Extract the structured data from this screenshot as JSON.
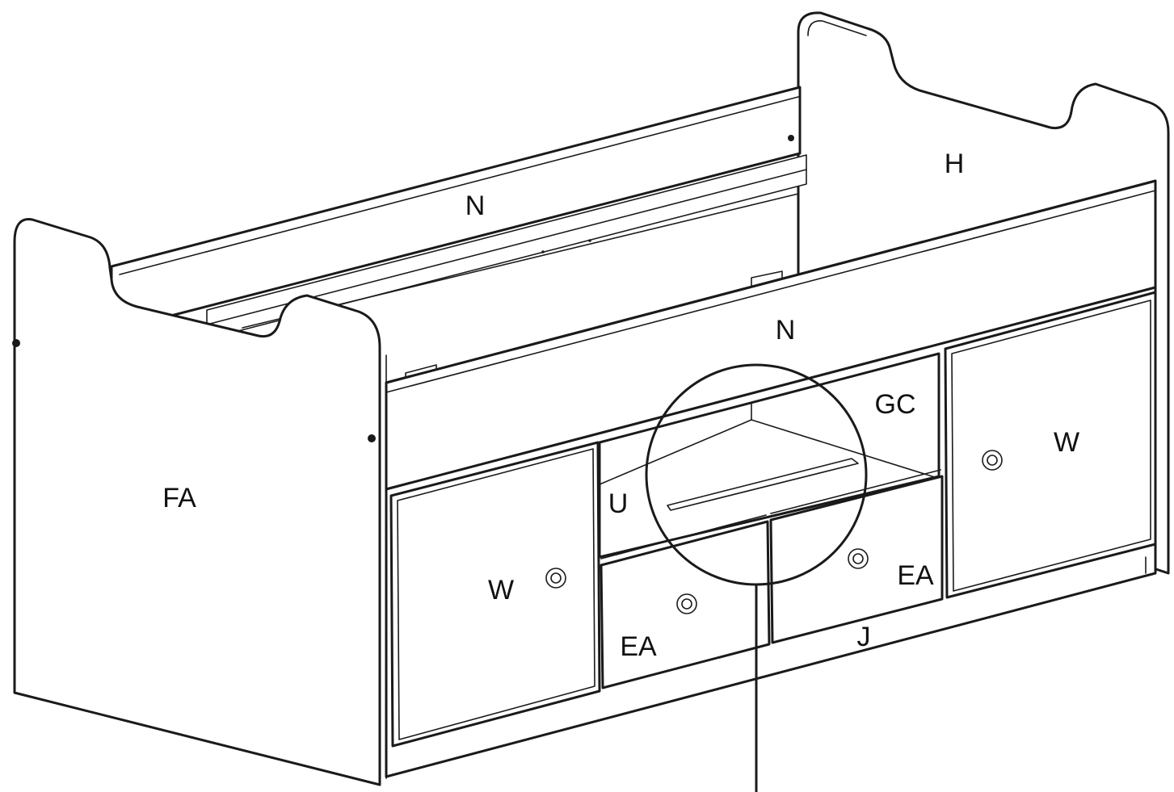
{
  "labels": {
    "n_back": "N",
    "h": "H",
    "n_front": "N",
    "gc": "GC",
    "w_right": "W",
    "fa": "FA",
    "u": "U",
    "w_left": "W",
    "ea_right": "EA",
    "ea_left": "EA",
    "j": "J"
  },
  "colors": {
    "line": "#1a1a1a",
    "background": "#ffffff"
  }
}
